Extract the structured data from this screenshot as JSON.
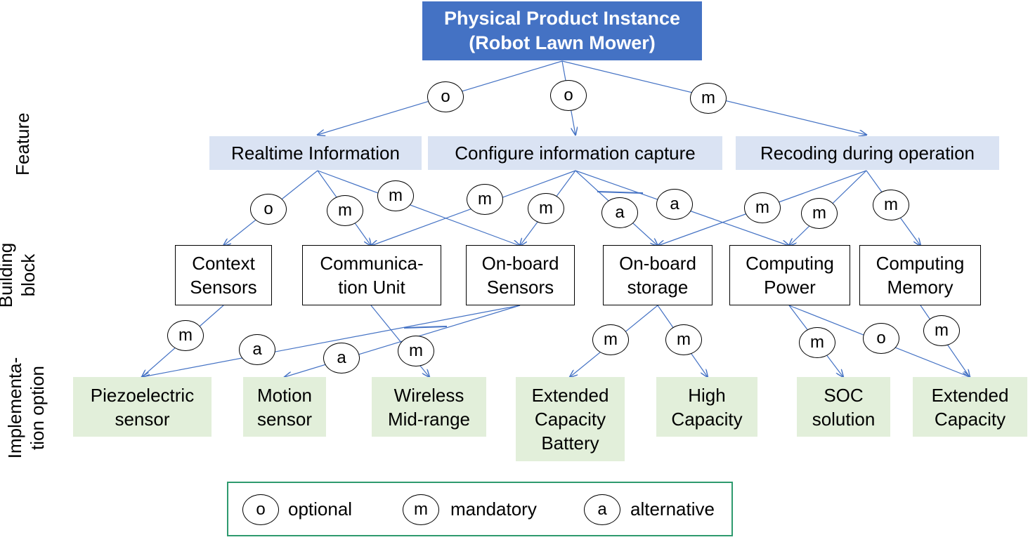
{
  "root": {
    "line1": "Physical Product Instance",
    "line2": "(Robot Lawn Mower)"
  },
  "row_labels": {
    "feature": "Feature",
    "building_block": [
      "Building",
      "block"
    ],
    "implementation": [
      "Implementa-",
      "tion option"
    ]
  },
  "features": [
    "Realtime Information",
    "Configure information capture",
    "Recoding during operation"
  ],
  "blocks": [
    [
      "Context",
      "Sensors"
    ],
    [
      "Communica-",
      "tion Unit"
    ],
    [
      "On-board",
      "Sensors"
    ],
    [
      "On-board",
      "storage"
    ],
    [
      "Computing",
      "Power"
    ],
    [
      "Computing",
      "Memory"
    ]
  ],
  "implementations": [
    [
      "Piezoelectric",
      "sensor"
    ],
    [
      "Motion",
      "sensor"
    ],
    [
      "Wireless",
      "Mid-range"
    ],
    [
      "Extended",
      "Capacity",
      "Battery"
    ],
    [
      "High",
      "Capacity"
    ],
    [
      "SOC",
      "solution"
    ],
    [
      "Extended",
      "Capacity"
    ]
  ],
  "edge_labels": {
    "root_to_features": [
      "o",
      "o",
      "m"
    ],
    "feature_to_blocks": [
      "o",
      "m",
      "m",
      "m",
      "m",
      "a",
      "a",
      "m",
      "m",
      "m"
    ],
    "block_to_impl": [
      "m",
      "a",
      "a",
      "m",
      "m",
      "m",
      "m",
      "o",
      "m"
    ]
  },
  "legend": [
    {
      "symbol": "o",
      "label": "optional"
    },
    {
      "symbol": "m",
      "label": "mandatory"
    },
    {
      "symbol": "a",
      "label": "alternative"
    }
  ],
  "colors": {
    "root_fill": "#4472c4",
    "feature_fill": "#dae3f3",
    "implementation_fill": "#e2efda",
    "connector": "#4472c4",
    "legend_border": "#2e9a6e"
  }
}
